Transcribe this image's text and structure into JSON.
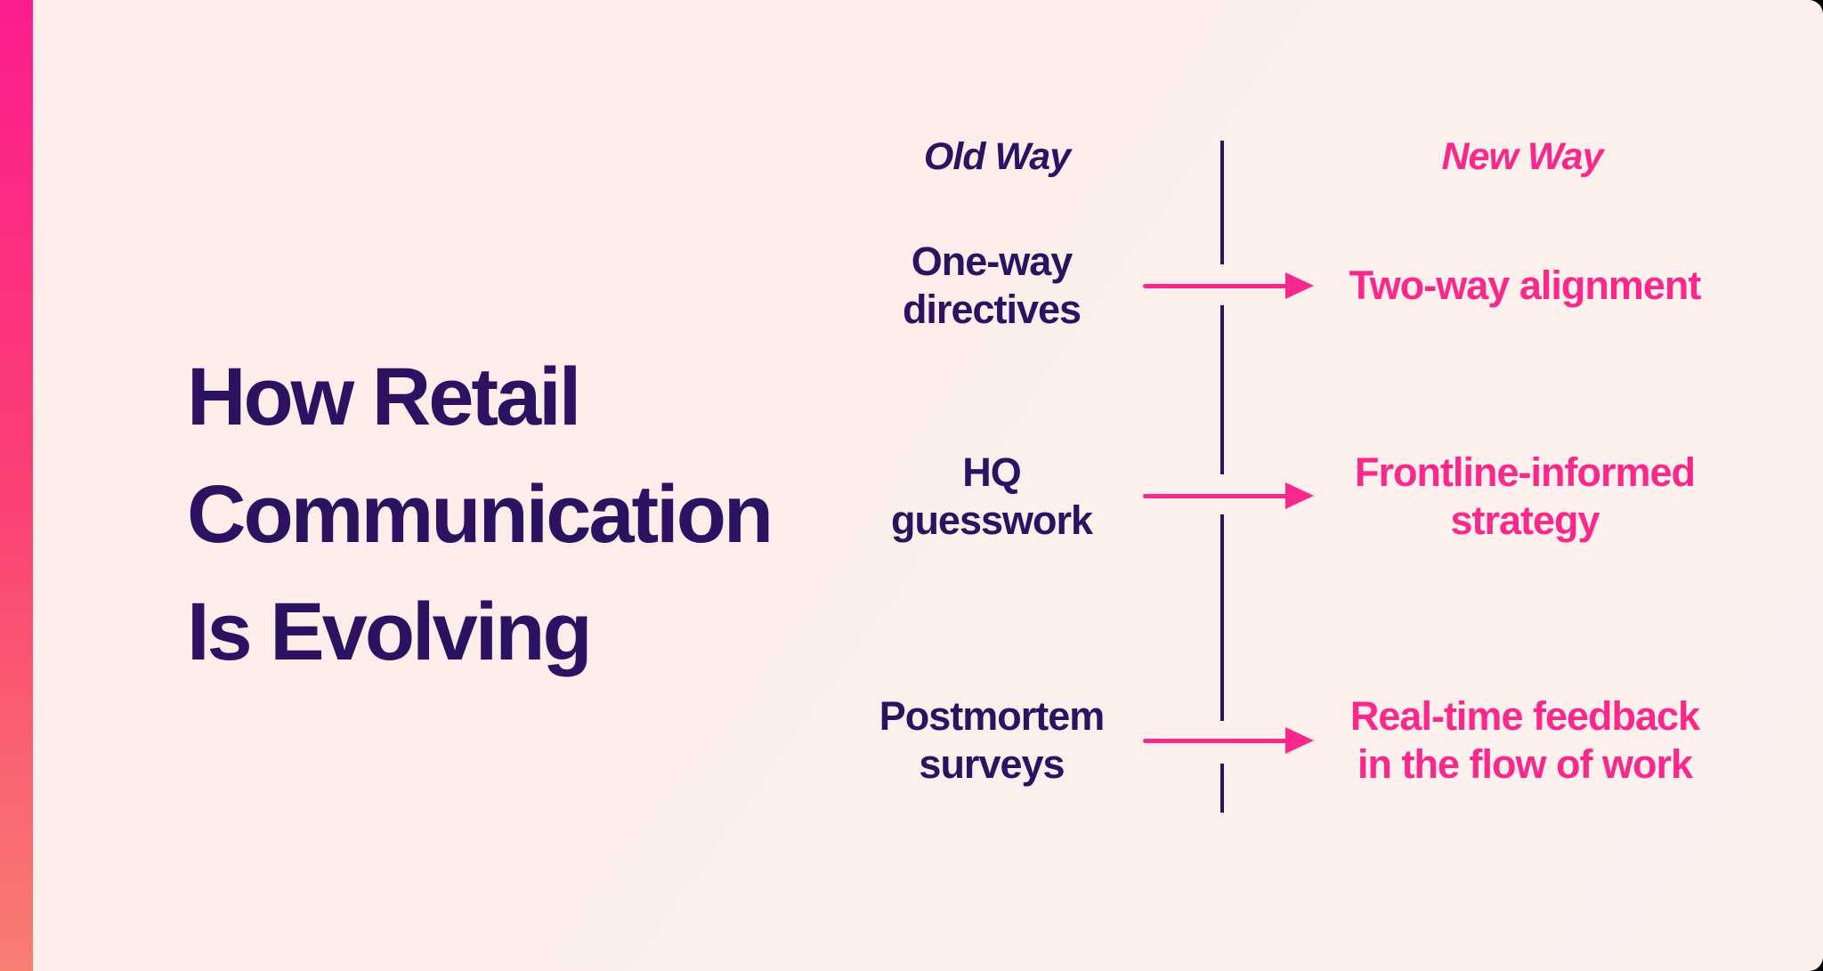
{
  "slide": {
    "title_lines": [
      "How Retail",
      "Communication",
      "Is Evolving"
    ],
    "columns": {
      "old": {
        "label": "Old Way"
      },
      "new": {
        "label": "New Way"
      }
    },
    "rows": [
      {
        "old_lines": [
          "One-way",
          "directives"
        ],
        "new_lines": [
          "Two-way alignment"
        ]
      },
      {
        "old_lines": [
          "HQ",
          "guesswork"
        ],
        "new_lines": [
          "Frontline-informed",
          "strategy"
        ]
      },
      {
        "old_lines": [
          "Postmortem",
          "surveys"
        ],
        "new_lines": [
          "Real-time feedback",
          "in the flow of work"
        ]
      }
    ],
    "icons": {
      "arrow": "arrow-right-icon"
    }
  },
  "colors": {
    "background": "#FDEDEA",
    "indigo_text": "#2C1261",
    "pink_accent": "#F8298B",
    "accent_bar_gradient": [
      "#FC1D8E",
      "#FB4273",
      "#F87E72"
    ],
    "corner_background": "#000000"
  }
}
